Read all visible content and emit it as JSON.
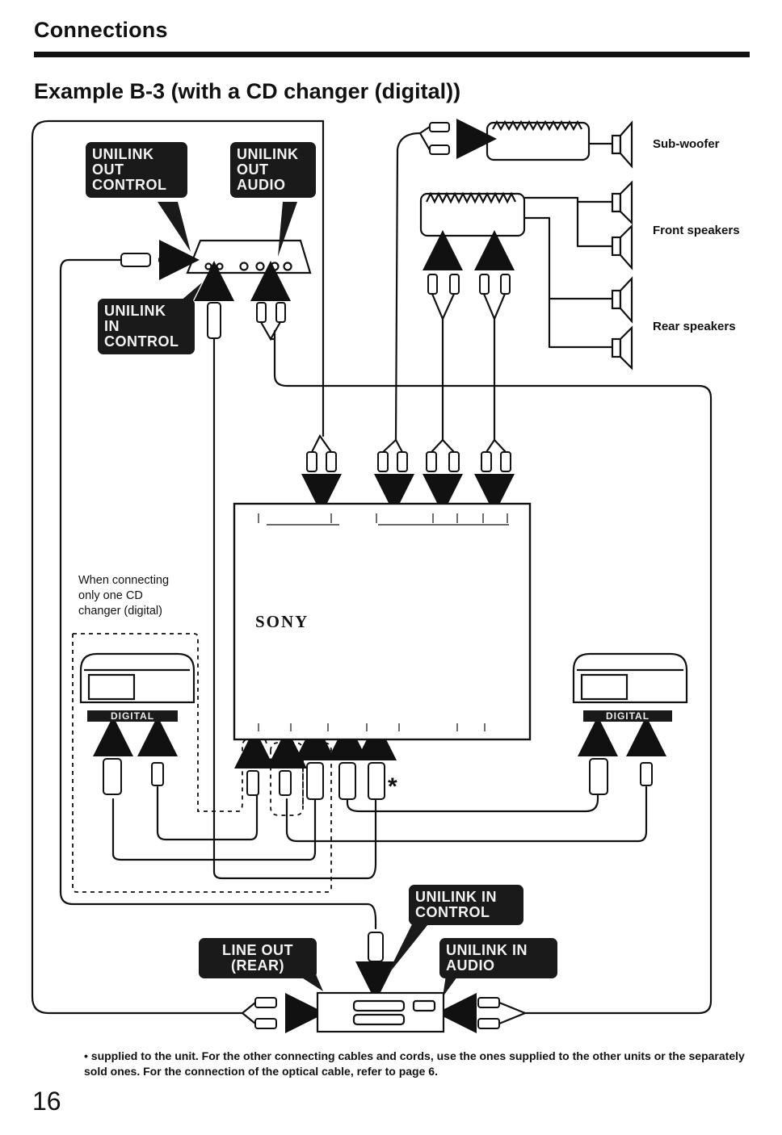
{
  "header": {
    "section_title": "Connections",
    "example_title": "Example B-3 (with a CD changer (digital))"
  },
  "labels": {
    "unilink_out_control": "UNILINK\nOUT\nCONTROL",
    "unilink_out_audio": "UNILINK\nOUT\nAUDIO",
    "unilink_in_control_top": "UNILINK\nIN\nCONTROL",
    "unilink_in_control_bottom": "UNILINK IN\nCONTROL",
    "unilink_in_audio": "UNILINK IN\nAUDIO",
    "line_out_rear": "LINE OUT\n(REAR)"
  },
  "speakers": {
    "subwoofer": "Sub-woofer",
    "front": "Front speakers",
    "rear": "Rear speakers"
  },
  "notes": {
    "one_cd_changer": "When connecting\nonly one CD\nchanger (digital)"
  },
  "device": {
    "brand": "SONY",
    "digital_left": "DIGITAL",
    "digital_right": "DIGITAL",
    "asterisk": "*"
  },
  "footnote": "• supplied to the unit.  For the other connecting cables and cords, use the ones supplied to the other units or the separately sold ones.  For the connection of the optical cable, refer to page 6.",
  "page_number": "16"
}
